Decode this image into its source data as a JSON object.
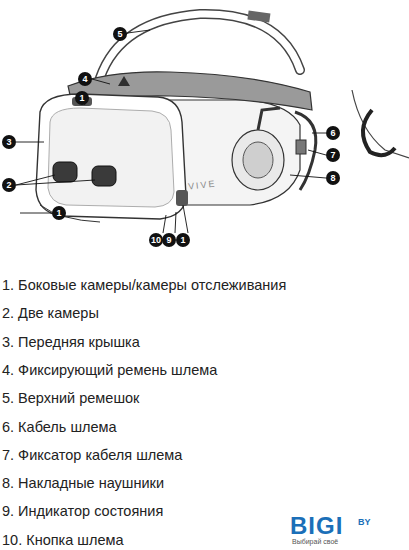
{
  "diagram": {
    "labels": [
      "5",
      "4",
      "1",
      "3",
      "2",
      "1",
      "VIVE",
      "10",
      "9",
      "1",
      "6",
      "7",
      "8",
      "1. Боковые камеры/камеры отслеживания",
      "2. Две камеры",
      "3. Передняя крышка",
      "4. Фиксирующий ремень шлема",
      "5. Верхний ремешок",
      "6. Кабель шлема",
      "7. Фиксатор кабеля шлема",
      "8. Накладные наушники",
      "9. Индикатор состояния",
      "10. Кнопка шлема",
      "BIGI",
      "BY",
      "Выбирай своё"
    ]
  }
}
